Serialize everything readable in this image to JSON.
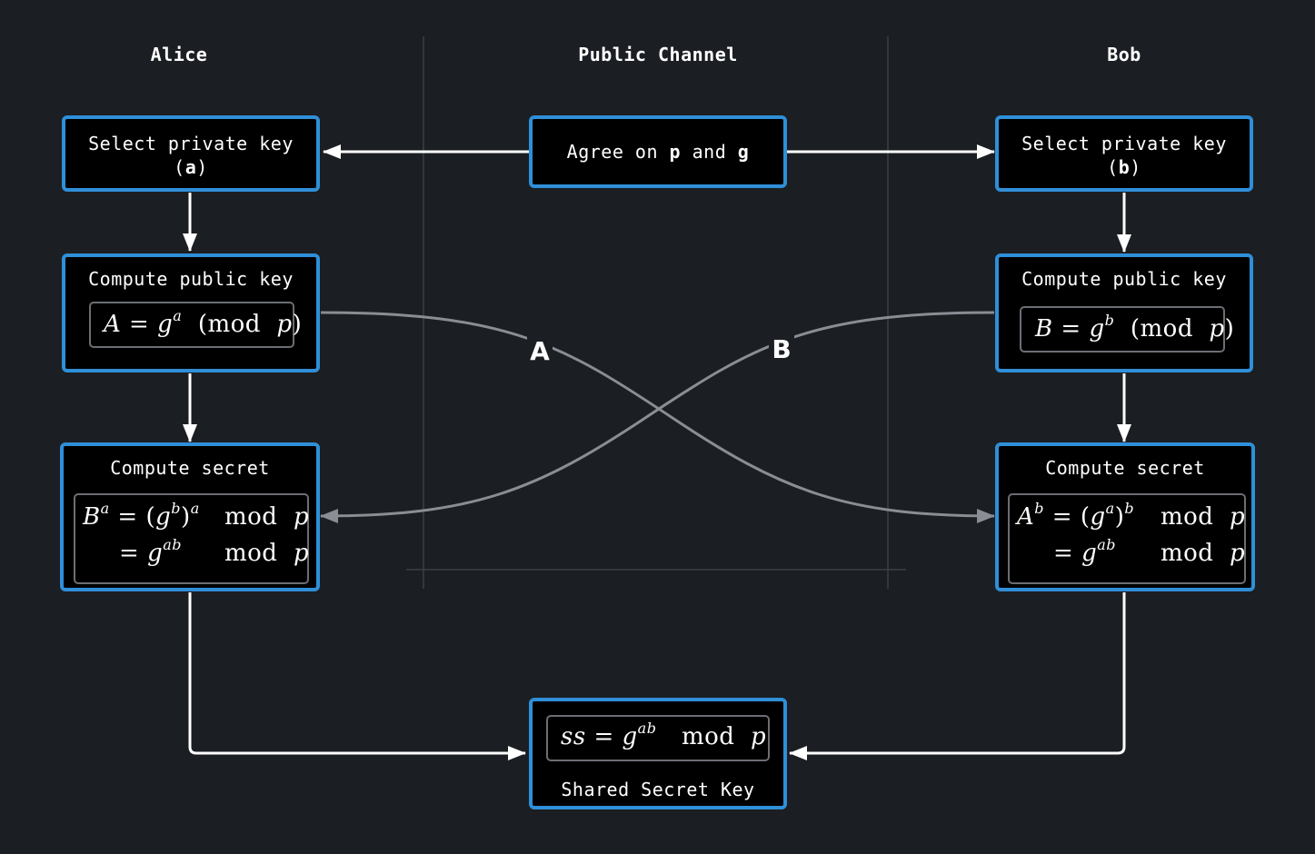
{
  "columns": {
    "alice": "Alice",
    "channel": "Public Channel",
    "bob": "Bob"
  },
  "nodes": {
    "agree": {
      "pre": "Agree on ",
      "p": "p",
      "mid": " and ",
      "g": "g"
    },
    "alice_private": {
      "line1": "Select private key",
      "open": "(",
      "var": "a",
      "close": ")"
    },
    "bob_private": {
      "line1": "Select private key",
      "open": "(",
      "var": "b",
      "close": ")"
    },
    "alice_public": {
      "title": "Compute public key",
      "formula": "A = g^a (mod p)"
    },
    "bob_public": {
      "title": "Compute public key",
      "formula": "B = g^b (mod p)"
    },
    "alice_secret": {
      "title": "Compute secret",
      "formula_line1": "B^a = (g^b)^a mod p",
      "formula_line2": "= g^ab mod p"
    },
    "bob_secret": {
      "title": "Compute secret",
      "formula_line1": "A^b = (g^a)^b mod p",
      "formula_line2": "= g^ab mod p"
    },
    "shared": {
      "formula": "ss = g^ab mod p",
      "label": "Shared Secret Key"
    }
  },
  "edges": {
    "to_bob_label": "A",
    "to_alice_label": "B"
  },
  "colors": {
    "background": "#1b1e22",
    "node_fill": "#000000",
    "node_border": "#2f8fd8",
    "arrow": "#ffffff",
    "cross_arrow": "#8a8d94",
    "divider": "#3c3f44"
  }
}
